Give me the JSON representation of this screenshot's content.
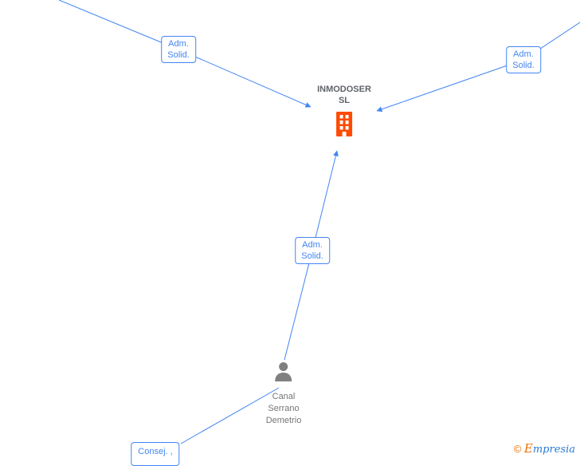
{
  "company_node": {
    "name_line1": "INMODOSER",
    "name_line2": "SL",
    "icon": "building-icon"
  },
  "person_node": {
    "name_line1": "Canal",
    "name_line2": "Serrano",
    "name_line3": "Demetrio",
    "icon": "person-icon"
  },
  "edge_labels": {
    "top_left": {
      "line1": "Adm.",
      "line2": "Solid."
    },
    "top_right": {
      "line1": "Adm.",
      "line2": "Solid."
    },
    "middle": {
      "line1": "Adm.",
      "line2": "Solid."
    },
    "bottom": {
      "line1": "Consej. ,"
    }
  },
  "footer": {
    "copyright": "©",
    "brand_initial": "E",
    "brand_rest": "mpresia"
  },
  "colors": {
    "edge_blue": "#4285f4",
    "building_orange": "#ff4a00",
    "person_gray": "#808080",
    "company_text": "#5f6368",
    "person_text": "#757575",
    "copyright_orange": "#e8710a",
    "brand_blue": "#2b7bd4"
  }
}
